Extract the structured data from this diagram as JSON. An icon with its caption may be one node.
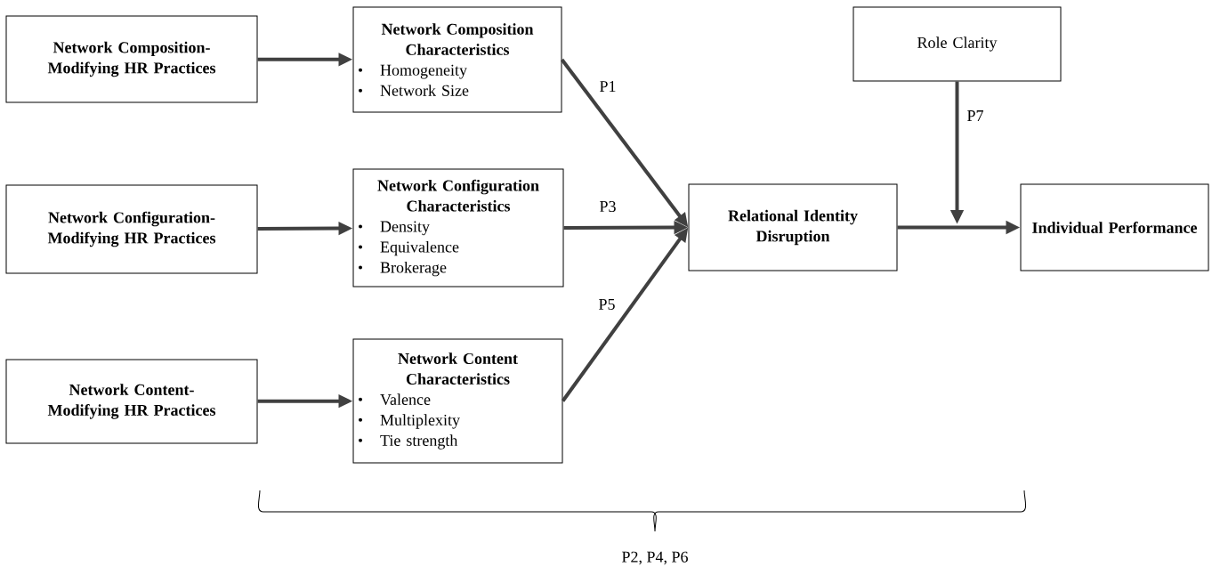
{
  "diagram": {
    "nodes": [
      {
        "text": [
          "Network Composition-Modifying HR Practices"
        ]
      },
      {
        "text": [
          "Network Composition Characteristics",
          "Homogeneity",
          "Network Size"
        ]
      },
      {
        "text": [
          "Network Configuration-Modifying HR Practices"
        ]
      },
      {
        "text": [
          "Network Configuration Characteristics",
          "Density",
          "Equivalence",
          "Brokerage"
        ]
      },
      {
        "text": [
          "Network Content-Modifying HR Practices"
        ]
      },
      {
        "text": [
          "Network Content Characteristics",
          "Valence",
          "Multiplexity",
          "Tie strength"
        ]
      },
      {
        "text": [
          "Relational Identity Disruption"
        ]
      },
      {
        "text": [
          "Role Clarity"
        ]
      },
      {
        "text": [
          "Individual Performance"
        ]
      }
    ],
    "edges": [
      {
        "from": 0,
        "to": 1,
        "arrow": "to"
      },
      {
        "from": 2,
        "to": 3,
        "arrow": "to"
      },
      {
        "from": 4,
        "to": 5,
        "arrow": "to"
      },
      {
        "from": 1,
        "to": 6,
        "arrow": "to",
        "label": "P1"
      },
      {
        "from": 3,
        "to": 6,
        "arrow": "to",
        "label": "P3"
      },
      {
        "from": 5,
        "to": 6,
        "arrow": "to",
        "label": "P5"
      },
      {
        "from": 6,
        "to": 8,
        "arrow": "to"
      },
      {
        "from": 7,
        "to": null,
        "arrow": "to",
        "label": "P7"
      }
    ],
    "labels": [
      "P2, P4, P6"
    ]
  }
}
